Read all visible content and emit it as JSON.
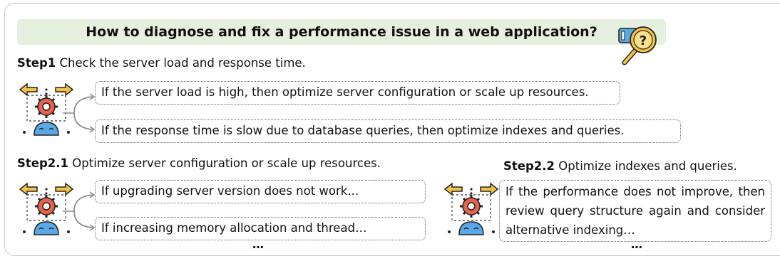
{
  "title": "How to diagnose and fix a performance issue in a web application?",
  "step1": {
    "label": "Step1",
    "text": "Check the server load and response time.",
    "options": [
      "If the server load is high, then optimize server configuration or scale up resources.",
      "If the response time is slow due to database queries, then optimize indexes and queries."
    ]
  },
  "step2_1": {
    "label": "Step2.1",
    "text": "Optimize server configuration or scale up resources.",
    "options": [
      "If upgrading server version does not work...",
      "If increasing memory allocation and thread…"
    ],
    "ellipsis": "…"
  },
  "step2_2": {
    "label": "Step2.2",
    "text": "Optimize indexes and queries.",
    "option": "If the performance does not improve, then review query structure again and consider alternative indexing…",
    "ellipsis": "…"
  },
  "icons": {
    "agent": "robot-agent-icon",
    "magnifier": "magnifier-question-icon"
  },
  "colors": {
    "title_bg": "#e5f1de",
    "gear": "#e8624d",
    "robot_face": "#5aa9e6",
    "arrows": "#f6c244"
  }
}
